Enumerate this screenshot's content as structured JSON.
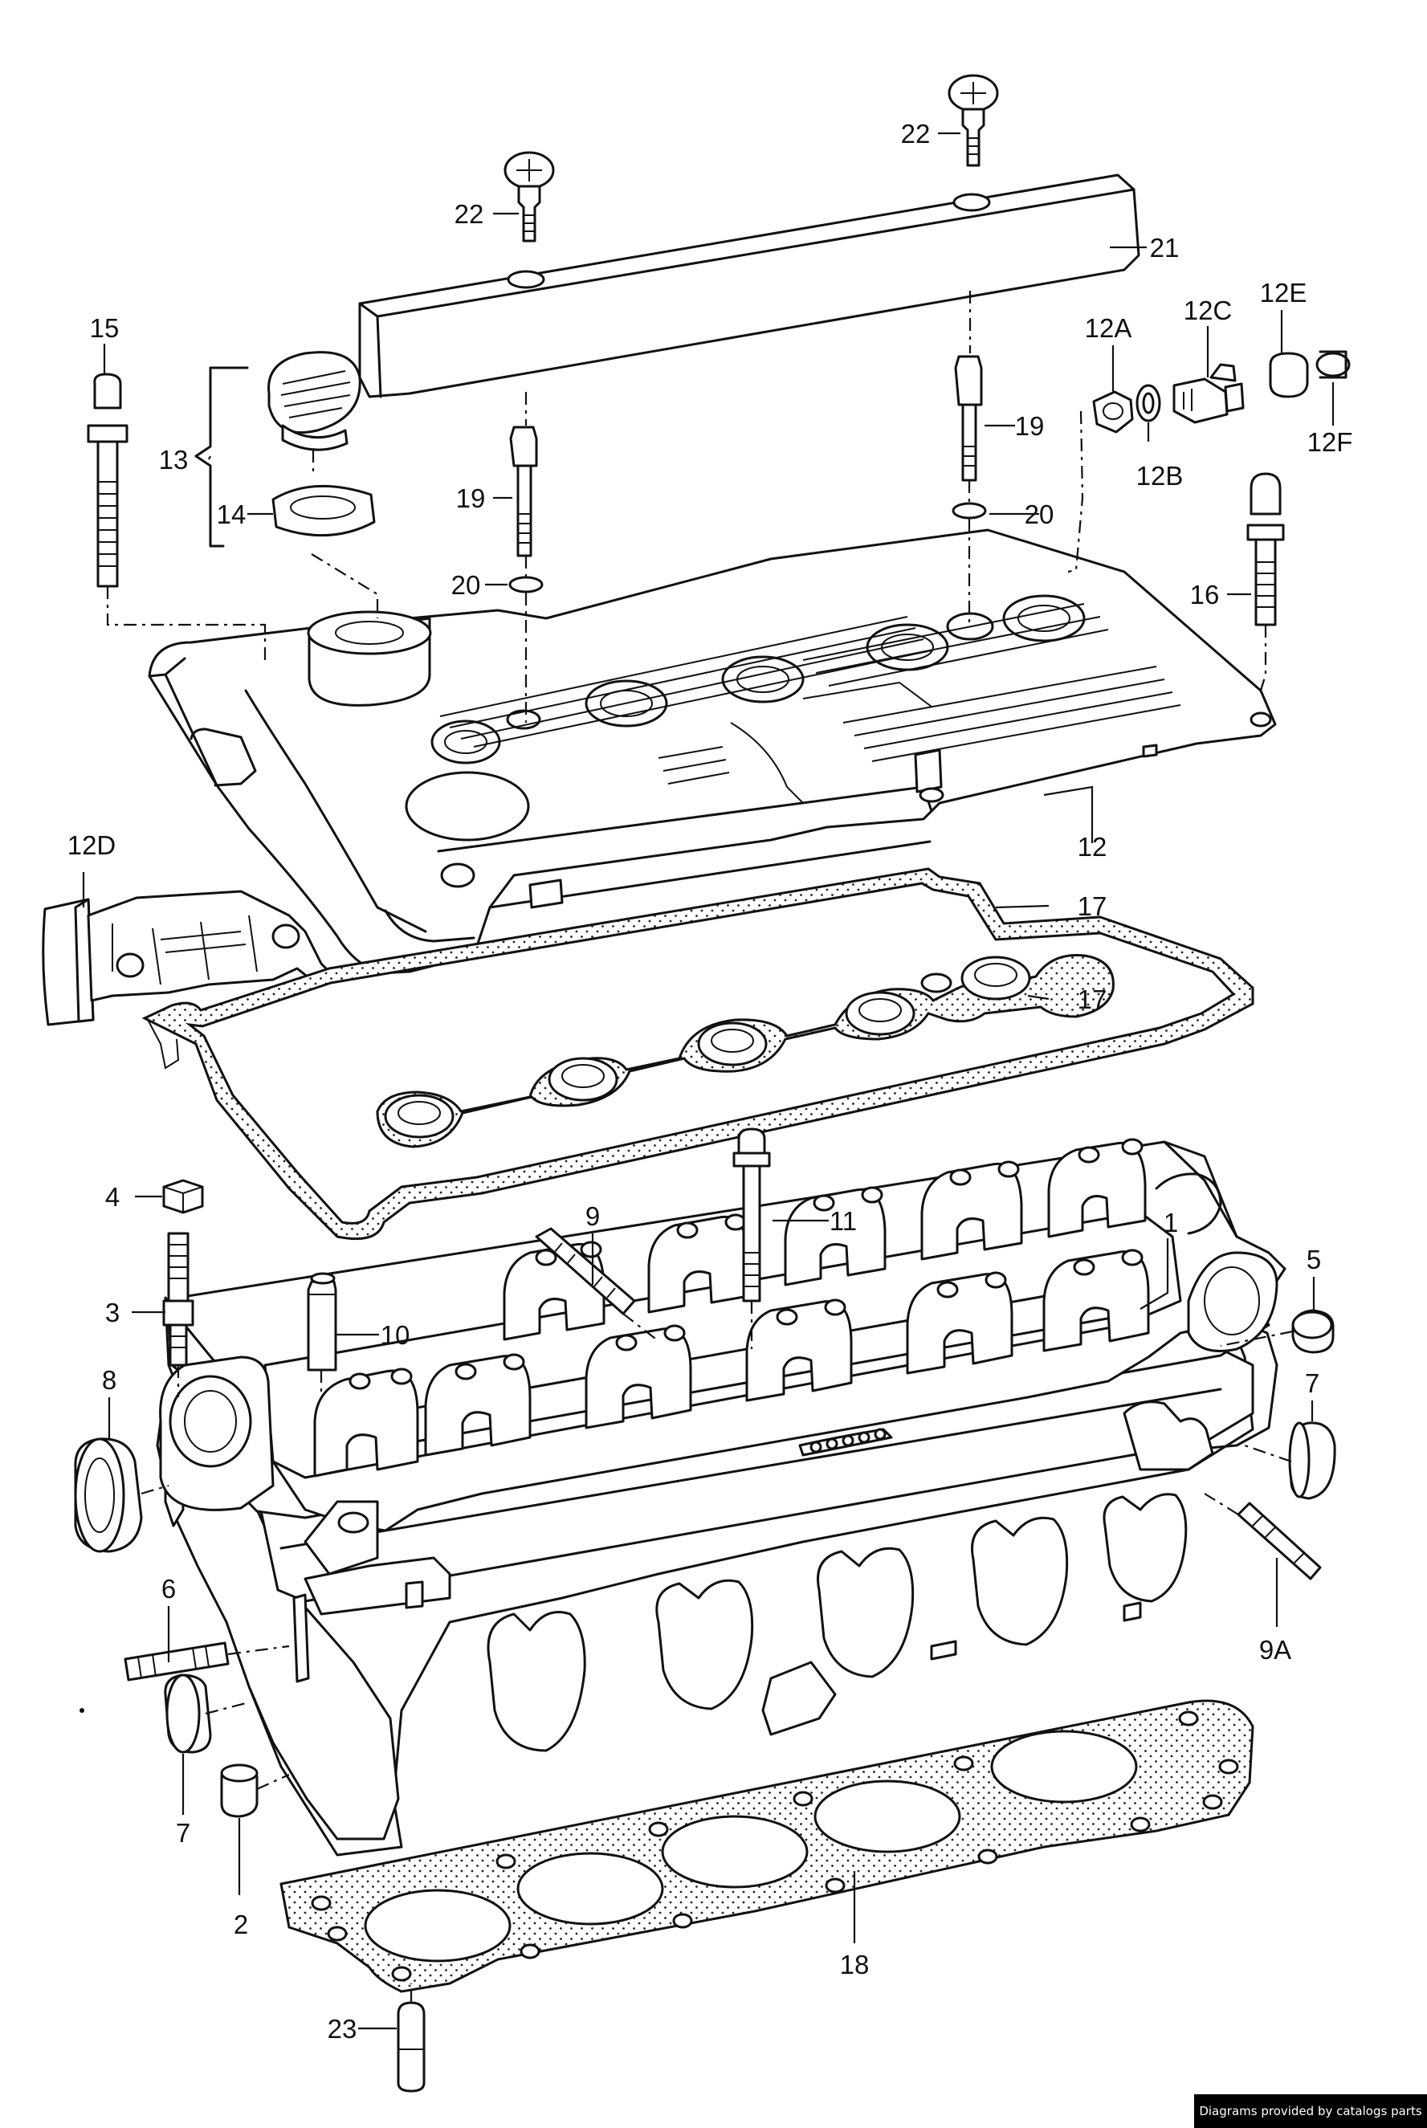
{
  "diagram": {
    "callouts": [
      "1",
      "2",
      "3",
      "4",
      "5",
      "6",
      "7",
      "7",
      "8",
      "9",
      "9A",
      "10",
      "11",
      "12",
      "12A",
      "12B",
      "12C",
      "12D",
      "12E",
      "12F",
      "13",
      "14",
      "15",
      "16",
      "17",
      "17",
      "18",
      "19",
      "19",
      "20",
      "20",
      "21",
      "22",
      "22",
      "23"
    ]
  },
  "footer": {
    "credit": "Diagrams provided by catalogs parts"
  }
}
